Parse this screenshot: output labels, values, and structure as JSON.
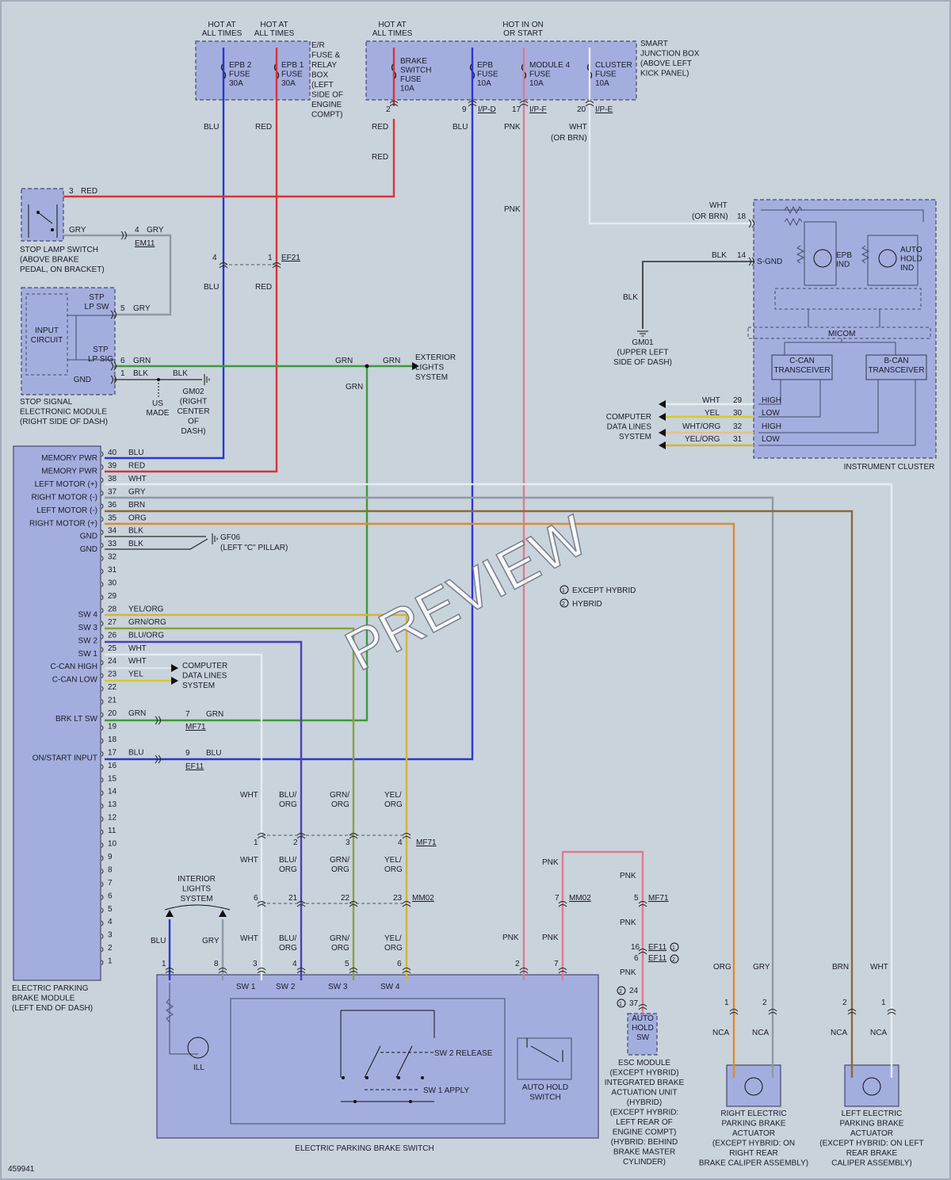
{
  "diagram_id": "459941",
  "watermark": "PREVIEW",
  "colors": {
    "BLU": "#2b35d0",
    "RED": "#d8333a",
    "GRY": "#8e9aa6",
    "GRN": "#3f9a3a",
    "WHT": "#e6ecf2",
    "PNK": "#e07a90",
    "BLK": "#2a2a2a",
    "ORG": "#e08a2a",
    "BRN": "#8a6a3a",
    "YEL": "#d6cc28",
    "BLUORG": "#4a3ec0",
    "GRNORG": "#8aa23a",
    "YELORG": "#d4b43a",
    "WHTORG": "#e6c08a"
  },
  "hot_labels": {
    "a1": "HOT AT",
    "a2": "ALL TIMES",
    "b1": "HOT AT",
    "b2": "ALL TIMES",
    "c1": "HOT AT",
    "c2": "ALL TIMES",
    "d1": "HOT IN ON",
    "d2": "OR START"
  },
  "er_box": {
    "title": [
      "E/R",
      "FUSE &",
      "RELAY",
      "BOX",
      "(LEFT",
      "SIDE OF",
      "ENGINE",
      "COMPT)"
    ],
    "fuse1": [
      "EPB 2",
      "FUSE",
      "30A"
    ],
    "fuse2": [
      "EPB 1",
      "FUSE",
      "30A"
    ]
  },
  "sjb": {
    "title": [
      "SMART",
      "JUNCTION BOX",
      "(ABOVE LEFT",
      "KICK PANEL)"
    ],
    "f1": [
      "BRAKE",
      "SWITCH",
      "FUSE",
      "10A"
    ],
    "f2": [
      "EPB",
      "FUSE",
      "10A"
    ],
    "f3": [
      "MODULE 4",
      "FUSE",
      "10A"
    ],
    "f4": [
      "CLUSTER",
      "FUSE",
      "10A"
    ],
    "pins": [
      "2",
      "9",
      "17",
      "20"
    ],
    "conns": [
      "I/P-D",
      "I/P-F",
      "I/P-E"
    ]
  },
  "wire_labels": {
    "blu": "BLU",
    "red": "RED",
    "pnk": "PNK",
    "wht": "WHT",
    "orbrn": "(OR BRN)",
    "grn": "GRN",
    "gry": "GRY",
    "blk": "BLK",
    "org": "ORG",
    "brn": "BRN",
    "yel": "YEL",
    "whtorg": "WHT/ORG",
    "yelorg": "YEL/ORG",
    "grnorg": "GRN/ORG",
    "bluorg": "BLU/ORG",
    "blu_": "BLU/",
    "grn_": "GRN/",
    "yel_": "YEL/",
    "org_": "ORG",
    "whtorbrn": "(OR BRN)"
  },
  "stop_lamp": {
    "label": [
      "STOP LAMP SWITCH",
      "(ABOVE BRAKE",
      "PEDAL, ON BRACKET)"
    ],
    "p3": "3",
    "p4": "4",
    "em11p": "4",
    "em11": "EM11"
  },
  "ef21": {
    "p4": "4",
    "p1": "1",
    "name": "EF21"
  },
  "stop_module": {
    "label": [
      "STOP SIGNAL",
      "ELECTRONIC MODULE",
      "(RIGHT SIDE OF DASH)"
    ],
    "input": [
      "INPUT",
      "CIRCUIT"
    ],
    "stp1": [
      "STP",
      "LP SW"
    ],
    "stp2": [
      "STP",
      "LP SIG"
    ],
    "gnd": "GND",
    "p5": "5",
    "p6": "6",
    "p1": "1"
  },
  "gm02": {
    "label": [
      "GM02",
      "(RIGHT",
      "CENTER",
      "OF",
      "DASH)"
    ],
    "us": [
      "US",
      "MADE"
    ]
  },
  "exterior": [
    "EXTERIOR",
    "LIGHTS",
    "SYSTEM"
  ],
  "gm01": {
    "label": [
      "GM01",
      "(UPPER LEFT",
      "SIDE OF DASH)"
    ]
  },
  "cluster": {
    "label": "INSTRUMENT CLUSTER",
    "p18": "18",
    "p14": "14",
    "sgnd": "S-GND",
    "epb": [
      "EPB",
      "IND"
    ],
    "auto": [
      "AUTO",
      "HOLD",
      "IND"
    ],
    "micom": "MICOM",
    "ccan": [
      "C-CAN",
      "TRANSCEIVER"
    ],
    "bcan": [
      "B-CAN",
      "TRANSCEIVER"
    ],
    "pins": [
      "29",
      "30",
      "32",
      "31"
    ],
    "hl": [
      "HIGH",
      "LOW",
      "HIGH",
      "LOW"
    ]
  },
  "cds": [
    "COMPUTER",
    "DATA LINES",
    "SYSTEM"
  ],
  "epbm": {
    "label": [
      "ELECTRIC PARKING",
      "BRAKE MODULE",
      "(LEFT END OF DASH)"
    ],
    "pins": [
      {
        "n": "40",
        "name": "MEMORY PWR",
        "w": "BLU"
      },
      {
        "n": "39",
        "name": "MEMORY PWR",
        "w": "RED"
      },
      {
        "n": "38",
        "name": "LEFT MOTOR (+)",
        "w": "WHT"
      },
      {
        "n": "37",
        "name": "RIGHT MOTOR (-)",
        "w": "GRY"
      },
      {
        "n": "36",
        "name": "LEFT MOTOR (-)",
        "w": "BRN"
      },
      {
        "n": "35",
        "name": "RIGHT MOTOR (+)",
        "w": "ORG"
      },
      {
        "n": "34",
        "name": "GND",
        "w": "BLK"
      },
      {
        "n": "33",
        "name": "GND",
        "w": "BLK"
      },
      {
        "n": "32",
        "name": "",
        "w": ""
      },
      {
        "n": "31",
        "name": "",
        "w": ""
      },
      {
        "n": "30",
        "name": "",
        "w": ""
      },
      {
        "n": "29",
        "name": "",
        "w": ""
      },
      {
        "n": "28",
        "name": "SW 4",
        "w": "YEL/ORG"
      },
      {
        "n": "27",
        "name": "SW 3",
        "w": "GRN/ORG"
      },
      {
        "n": "26",
        "name": "SW 2",
        "w": "BLU/ORG"
      },
      {
        "n": "25",
        "name": "SW 1",
        "w": "WHT"
      },
      {
        "n": "24",
        "name": "C-CAN HIGH",
        "w": "WHT"
      },
      {
        "n": "23",
        "name": "C-CAN LOW",
        "w": "YEL"
      },
      {
        "n": "22",
        "name": "",
        "w": ""
      },
      {
        "n": "21",
        "name": "",
        "w": ""
      },
      {
        "n": "20",
        "name": "BRK LT SW",
        "w": "GRN"
      },
      {
        "n": "19",
        "name": "",
        "w": ""
      },
      {
        "n": "18",
        "name": "",
        "w": ""
      },
      {
        "n": "17",
        "name": "ON/START INPUT",
        "w": "BLU"
      },
      {
        "n": "16",
        "name": "",
        "w": ""
      },
      {
        "n": "15",
        "name": "",
        "w": ""
      },
      {
        "n": "14",
        "name": "",
        "w": ""
      },
      {
        "n": "13",
        "name": "",
        "w": ""
      },
      {
        "n": "12",
        "name": "",
        "w": ""
      },
      {
        "n": "11",
        "name": "",
        "w": ""
      },
      {
        "n": "10",
        "name": "",
        "w": ""
      },
      {
        "n": "9",
        "name": "",
        "w": ""
      },
      {
        "n": "8",
        "name": "",
        "w": ""
      },
      {
        "n": "7",
        "name": "",
        "w": ""
      },
      {
        "n": "6",
        "name": "",
        "w": ""
      },
      {
        "n": "5",
        "name": "",
        "w": ""
      },
      {
        "n": "4",
        "name": "",
        "w": ""
      },
      {
        "n": "3",
        "name": "",
        "w": ""
      },
      {
        "n": "2",
        "name": "",
        "w": ""
      },
      {
        "n": "1",
        "name": "",
        "w": ""
      }
    ]
  },
  "gf06": {
    "name": "GF06",
    "loc": "(LEFT \"C\" PILLAR)"
  },
  "legend": {
    "one": "EXCEPT HYBRID",
    "two": "HYBRID"
  },
  "mf71": {
    "p7": "7",
    "name": "MF71",
    "p1": "1",
    "p2": "2",
    "p3": "3",
    "p4": "4"
  },
  "ef11": {
    "p9": "9",
    "name": "EF11"
  },
  "mm02": {
    "p6": "6",
    "p21": "21",
    "p22": "22",
    "p23": "23",
    "name": "MM02",
    "p7": "7"
  },
  "mf71b": {
    "p5": "5",
    "name": "MF71"
  },
  "ef11b": {
    "p16": "16",
    "p6": "6",
    "name": "EF11"
  },
  "interior": [
    "INTERIOR",
    "LIGHTS",
    "SYSTEM"
  ],
  "epbs": {
    "label": "ELECTRIC PARKING BRAKE SWITCH",
    "pins": [
      "1",
      "8",
      "3",
      "4",
      "5",
      "6",
      "2",
      "7"
    ],
    "sw": [
      "SW 1",
      "SW 2",
      "SW 3",
      "SW 4"
    ],
    "release": "SW 2 RELEASE",
    "apply": "SW 1 APPLY",
    "ill": "ILL",
    "autohold": [
      "AUTO HOLD",
      "SWITCH"
    ]
  },
  "esc": {
    "p24": "24",
    "p37": "37",
    "sw": [
      "AUTO",
      "HOLD",
      "SW"
    ],
    "label": [
      "ESC MODULE",
      "(EXCEPT HYBRID)",
      "INTEGRATED BRAKE",
      "ACTUATION UNIT",
      "(HYBRID)",
      "(EXCEPT HYBRID:",
      "LEFT REAR OF",
      "ENGINE COMPT)",
      "(HYBRID: BEHIND",
      "BRAKE MASTER",
      "CYLINDER)"
    ]
  },
  "ract": {
    "p1": "1",
    "p2": "2",
    "nca": "NCA",
    "label": [
      "RIGHT ELECTRIC",
      "PARKING BRAKE",
      "ACTUATOR",
      "(EXCEPT HYBRID: ON",
      "RIGHT REAR",
      "BRAKE CALIPER ASSEMBLY)"
    ]
  },
  "lact": {
    "p2": "2",
    "p1": "1",
    "nca": "NCA",
    "label": [
      "LEFT ELECTRIC",
      "PARKING BRAKE",
      "ACTUATOR",
      "(EXCEPT HYBRID: ON LEFT",
      "REAR BRAKE",
      "CALIPER ASSEMBLY)"
    ]
  }
}
